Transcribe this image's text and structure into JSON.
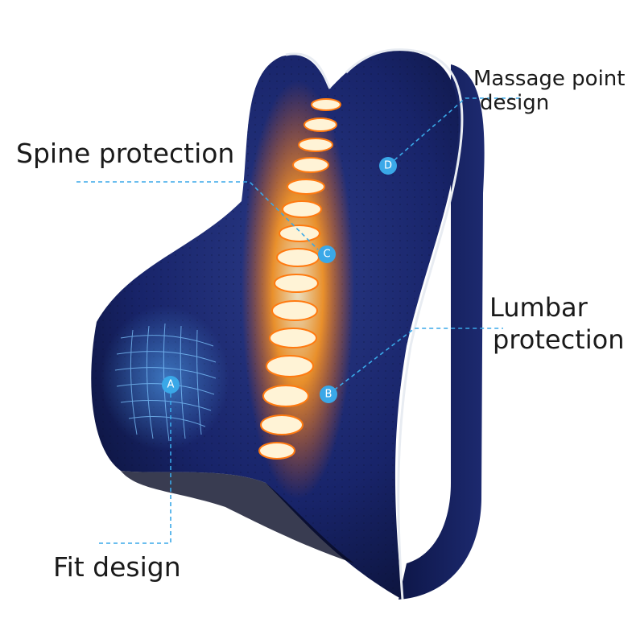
{
  "labels": {
    "spine": "Spine protection",
    "massage_line1": "Massage point",
    "massage_line2": "design",
    "lumbar_line1": "Lumbar",
    "lumbar_line2": "protection",
    "fit": "Fit design"
  },
  "markers": {
    "a": "A",
    "b": "B",
    "c": "C",
    "d": "D"
  },
  "colors": {
    "cushion": "#16205a",
    "cushion_shadow": "#0b1238",
    "piping": "#e8ecf2",
    "callout": "#3aa8e8",
    "spine_glow": "#ff8a1a"
  }
}
